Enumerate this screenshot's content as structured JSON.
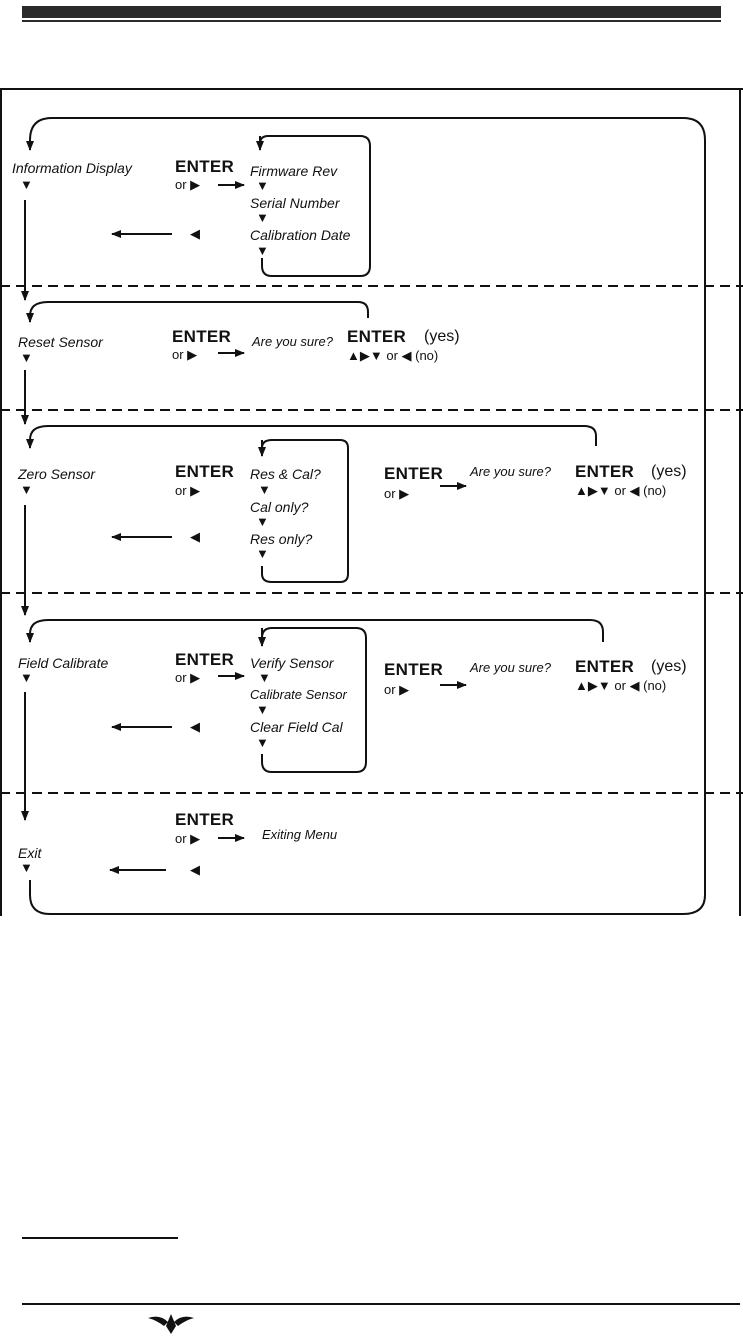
{
  "sections": {
    "info": {
      "title": "Information Display",
      "enter": "ENTER",
      "or": "or ▶",
      "items": [
        "Firmware Rev",
        "Serial Number",
        "Calibration Date"
      ]
    },
    "reset": {
      "title": "Reset Sensor",
      "enter": "ENTER",
      "or": "or ▶",
      "confirm": "Are you sure?",
      "enter2": "ENTER",
      "yes": "(yes)",
      "no": "▲▶▼ or ◀ (no)"
    },
    "zero": {
      "title": "Zero Sensor",
      "enter": "ENTER",
      "or": "or ▶",
      "items": [
        "Res & Cal?",
        "Cal only?",
        "Res only?"
      ],
      "enter2": "ENTER",
      "or2": "or ▶",
      "confirm": "Are you sure?",
      "enter3": "ENTER",
      "yes": "(yes)",
      "no": "▲▶▼ or ◀ (no)"
    },
    "field": {
      "title": "Field Calibrate",
      "enter": "ENTER",
      "or": "or ▶",
      "items": [
        "Verify Sensor",
        "Calibrate Sensor",
        "Clear Field Cal"
      ],
      "enter2": "ENTER",
      "or2": "or ▶",
      "confirm": "Are you sure?",
      "enter3": "ENTER",
      "yes": "(yes)",
      "no": "▲▶▼ or ◀ (no)"
    },
    "exit": {
      "title": "Exit",
      "enter": "ENTER",
      "or": "or ▶",
      "result": "Exiting Menu"
    }
  },
  "glyphs": {
    "down": "▼",
    "left": "◀"
  },
  "icons": {
    "logo": "teledyne-logo-icon"
  }
}
